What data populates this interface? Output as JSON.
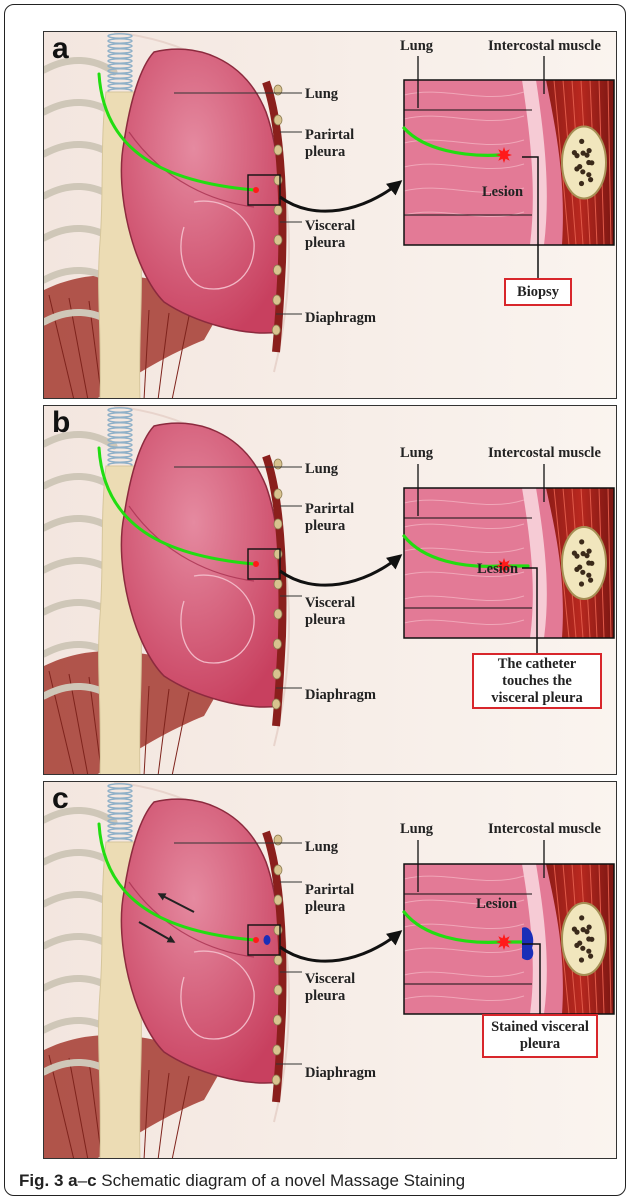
{
  "figure": {
    "panels": [
      {
        "letter": "a",
        "labels": {
          "lung": "Lung",
          "parietal": "Parirtal pleura",
          "visceral": "Visceral pleura",
          "diaphragm": "Diaphragm",
          "inset_lung": "Lung",
          "intercostal": "Intercostal muscle",
          "lesion": "Lesion"
        },
        "boxed_note": "Biopsy",
        "catheter_contact": false,
        "stain": false,
        "arrows": false
      },
      {
        "letter": "b",
        "labels": {
          "lung": "Lung",
          "parietal": "Parirtal pleura",
          "visceral": "Visceral pleura",
          "diaphragm": "Diaphragm",
          "inset_lung": "Lung",
          "intercostal": "Intercostal muscle",
          "lesion": "Lesion"
        },
        "boxed_note": "The catheter touches the visceral pleura",
        "catheter_contact": true,
        "stain": false,
        "arrows": false
      },
      {
        "letter": "c",
        "labels": {
          "lung": "Lung",
          "parietal": "Parirtal pleura",
          "visceral": "Visceral pleura",
          "diaphragm": "Diaphragm",
          "inset_lung": "Lung",
          "intercostal": "Intercostal muscle",
          "lesion": "Lesion"
        },
        "boxed_note": "Stained visceral pleura",
        "catheter_contact": true,
        "stain": true,
        "arrows": true
      }
    ],
    "caption": {
      "label": "Fig. 3",
      "range_start": "a",
      "range_end": "c",
      "text": "Schematic diagram of a novel Massage Staining"
    },
    "colors": {
      "lung": "#c8405f",
      "lung_light": "#e58aa0",
      "catheter": "#22dd11",
      "lesion": "#ff1a1a",
      "stain": "#1a2eb8",
      "box_border": "#d8262b",
      "muscle": "#b8281f",
      "spine": "#ecdcb4"
    }
  }
}
